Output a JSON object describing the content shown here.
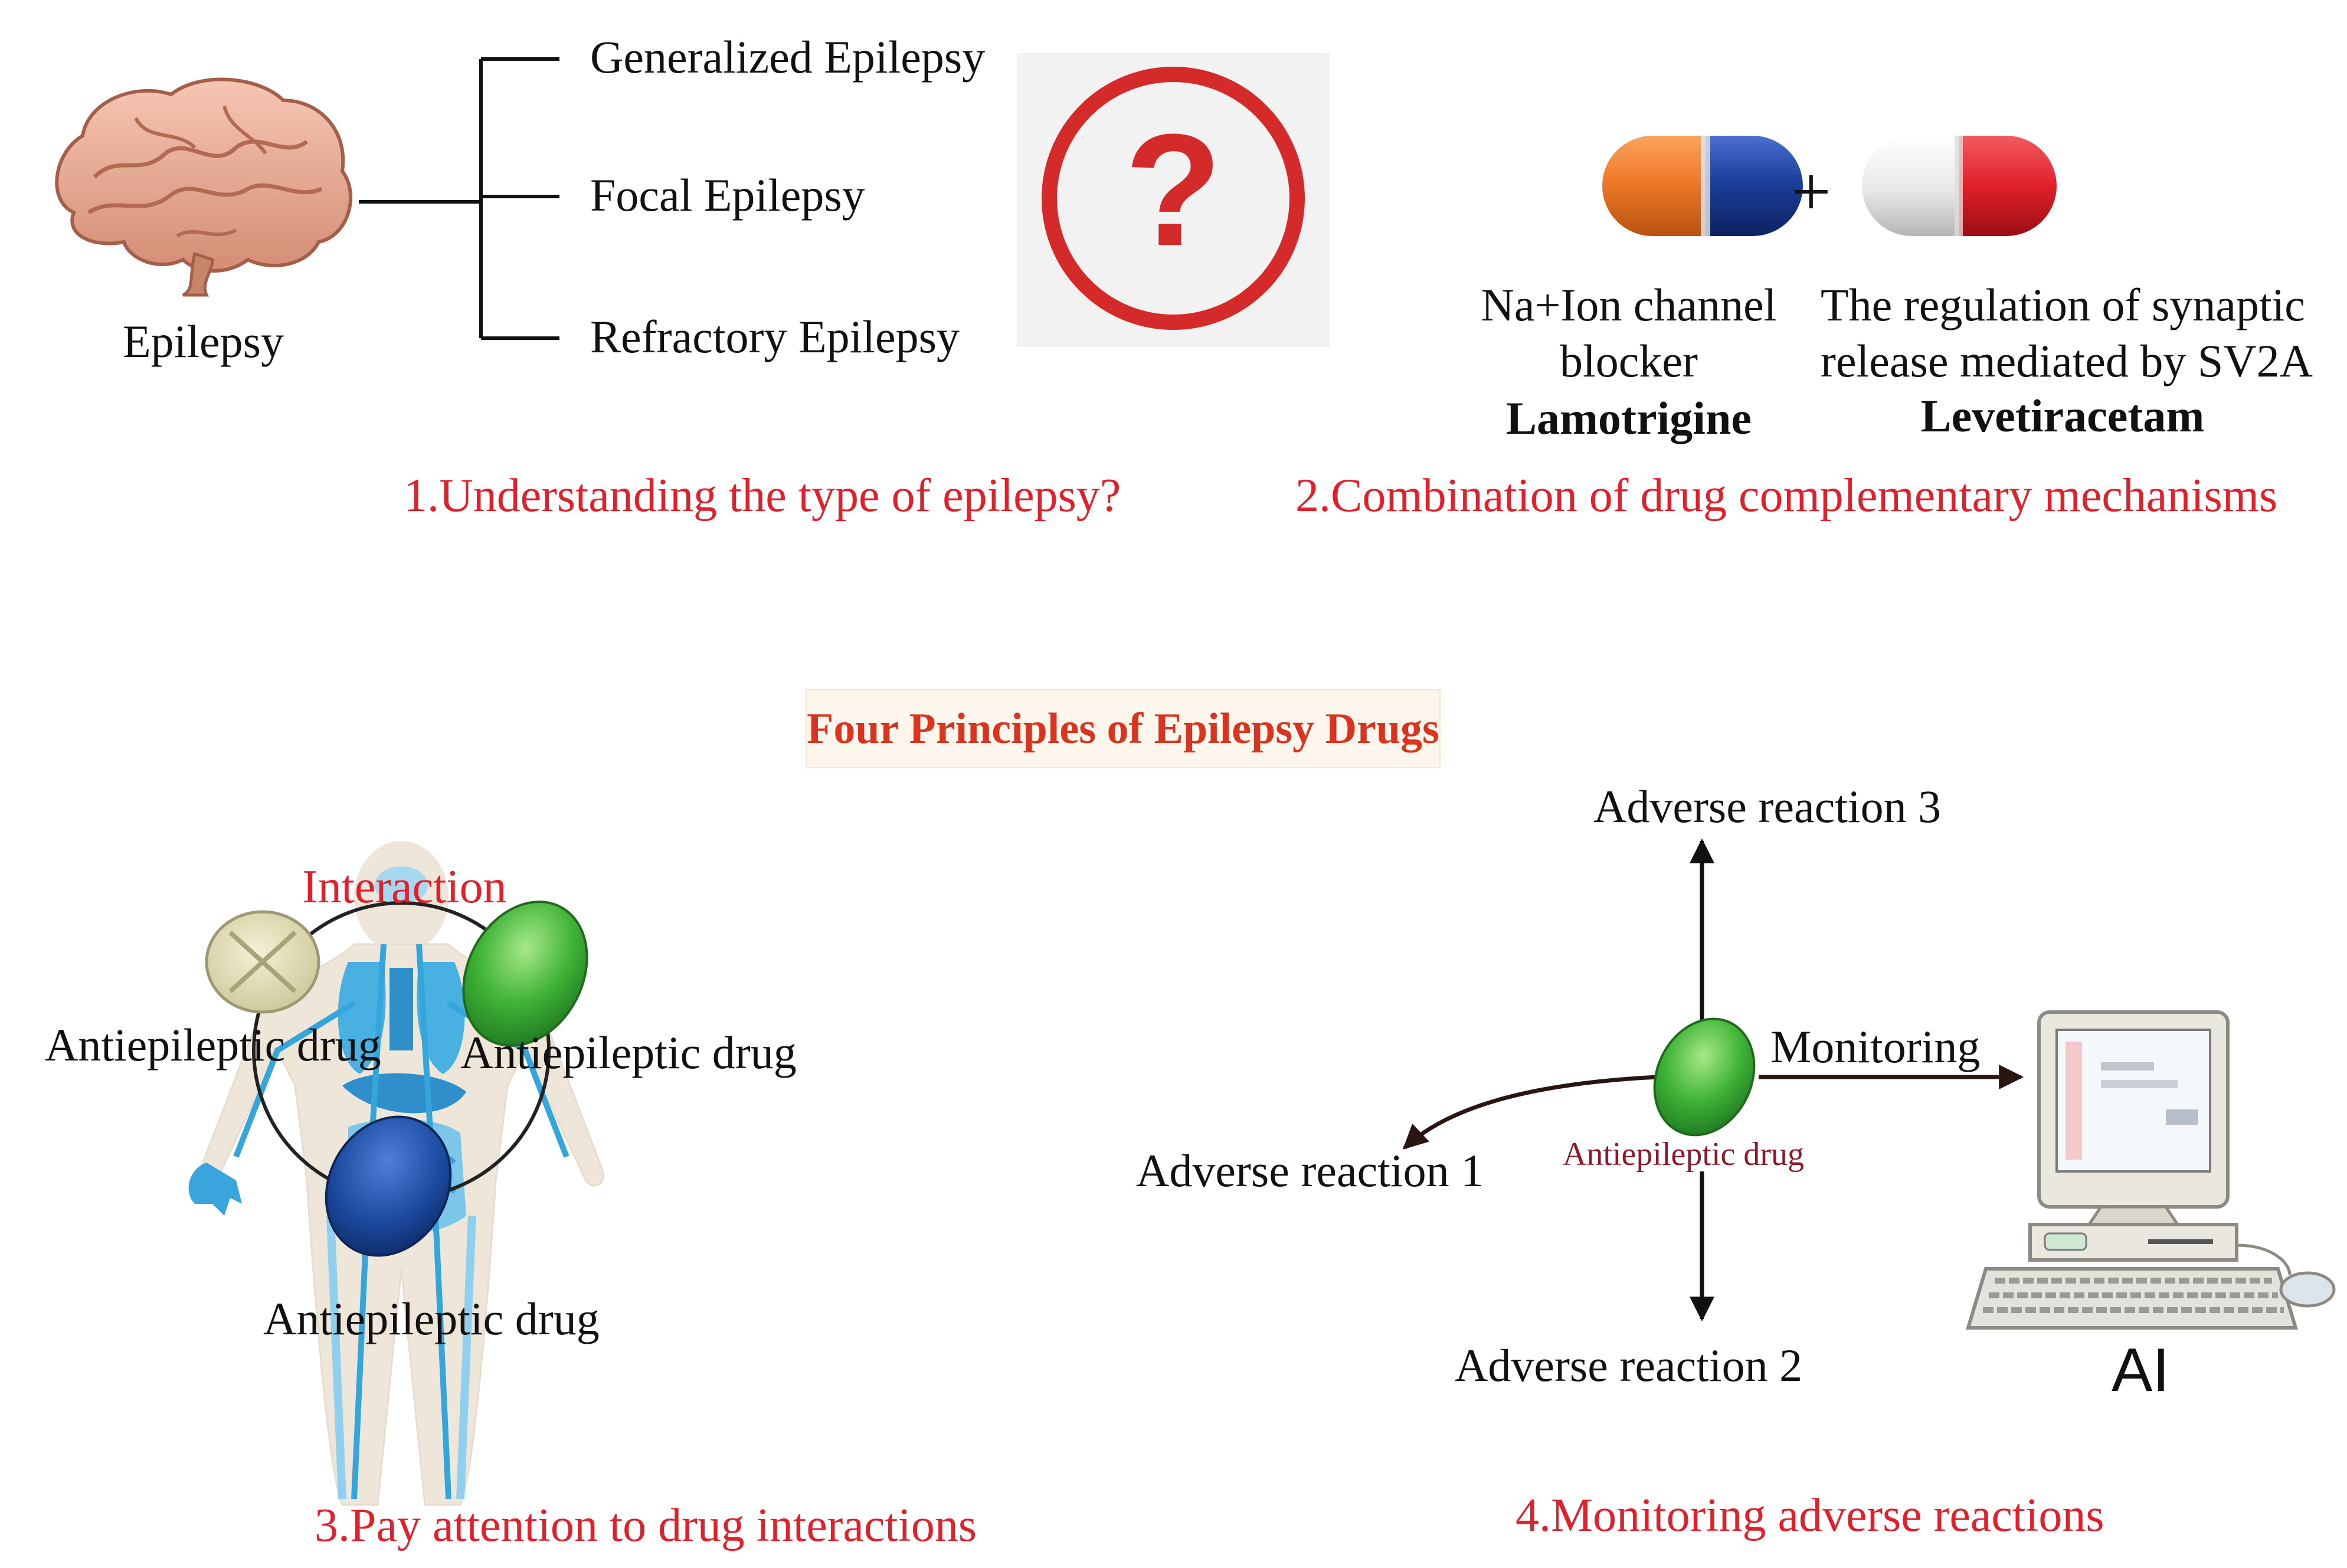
{
  "panel1": {
    "root_label": "Epilepsy",
    "types": [
      "Generalized Epilepsy",
      "Focal Epilepsy",
      "Refractory Epilepsy"
    ],
    "question_mark": "?",
    "caption": "1.Understanding the type of epilepsy?"
  },
  "panel2": {
    "plus": "+",
    "drug1": {
      "mechanism_line1": "Na+Ion channel",
      "mechanism_line2": "blocker",
      "name": "Lamotrigine"
    },
    "drug2": {
      "mechanism_line1": "The regulation of synaptic",
      "mechanism_line2": "release mediated by SV2A",
      "name": "Levetiracetam"
    },
    "caption": "2.Combination of drug complementary mechanisms"
  },
  "center_title": "Four Principles of Epilepsy Drugs",
  "panel3": {
    "interaction_label": "Interaction",
    "drug_left": "Antiepileptic drug",
    "drug_right": "Antiepileptic drug",
    "drug_bottom": "Antiepileptic drug",
    "caption": "3.Pay attention to drug interactions"
  },
  "panel4": {
    "adverse1": "Adverse reaction 1",
    "adverse2": "Adverse reaction 2",
    "adverse3": "Adverse reaction 3",
    "monitoring": "Monitoring",
    "drug_label": "Antiepileptic drug",
    "ai_label": "AI",
    "caption": "4.Monitoring adverse reactions"
  },
  "colors": {
    "caption_red": "#e0202a",
    "title_red": "#d9341f",
    "drug_label_red": "#8b1a2b",
    "pill_orange": "#f07a2a",
    "pill_blue": "#1c3f9c",
    "pill_red": "#e0202a",
    "tablet_green": "#3aa832",
    "tablet_navy": "#1a4a9c",
    "tablet_cream": "#e6e2b8",
    "body_blue": "#35a6dc"
  },
  "icons": [
    "brain-icon",
    "question-circle-icon",
    "capsule-orange-blue-icon",
    "capsule-white-red-icon",
    "human-body-icon",
    "tablet-icon",
    "computer-icon"
  ]
}
